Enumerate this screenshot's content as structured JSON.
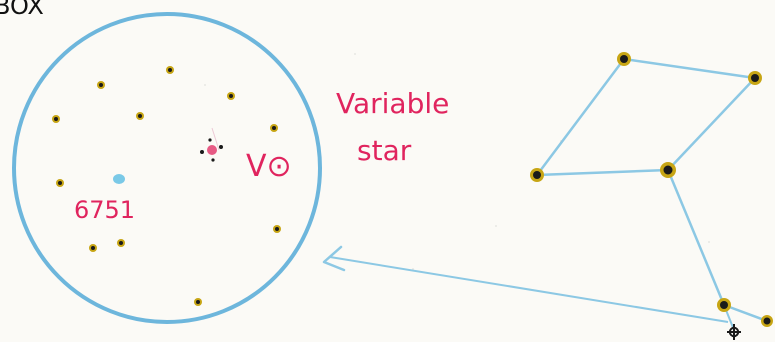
{
  "corner_text": "BOX",
  "cluster_label": "6751",
  "variable_star_label_line1": "Variable",
  "variable_star_label_line2": "star",
  "variable_star_designation": "V⊙",
  "colors": {
    "paper": "#fbfaf6",
    "circle": "#6db6dc",
    "lines": "#8cc8e4",
    "star_fill": "#c7a514",
    "star_core": "#1a1a1a",
    "cluster": "#6cc3e6",
    "variable_star": "#e0245e"
  }
}
